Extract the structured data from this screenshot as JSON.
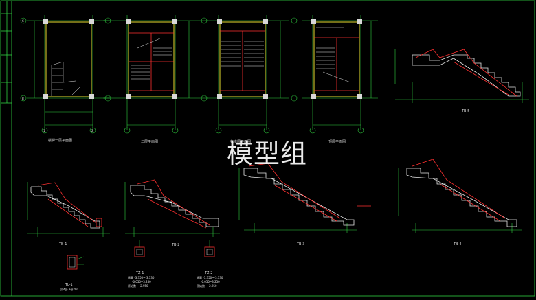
{
  "drawing": {
    "watermark": "模型组",
    "plan_titles": [
      "楼梯一层平面图",
      "二层平面图",
      "标准层平面图",
      "顶层平面图"
    ],
    "section_titles": [
      "TB-1",
      "TB-2",
      "TB-3",
      "TB-4",
      "TB-5"
    ],
    "detail_titles": [
      "TL-1",
      "TZ-1",
      "TZ-2"
    ],
    "notes": {
      "tz1_lines": [
        "标高 -3.350~-3.330",
        "-0.050~3.250",
        "原始数 ~-2.950"
      ],
      "tz2_lines": [
        "标高 -3.350~-3.330",
        "-0.050~3.250",
        "原始数 ~-2.950"
      ],
      "tl1_line": "梁4@ 8@200"
    },
    "axis_letters": [
      "C",
      "B"
    ],
    "axis_numbers": [
      "1",
      "2"
    ],
    "colors": {
      "background": "#000000",
      "wall": "#e8e030",
      "structure": "#ff3030",
      "dimension": "#30d040",
      "text": "#e8e8e8",
      "frame": "#30d040"
    }
  }
}
